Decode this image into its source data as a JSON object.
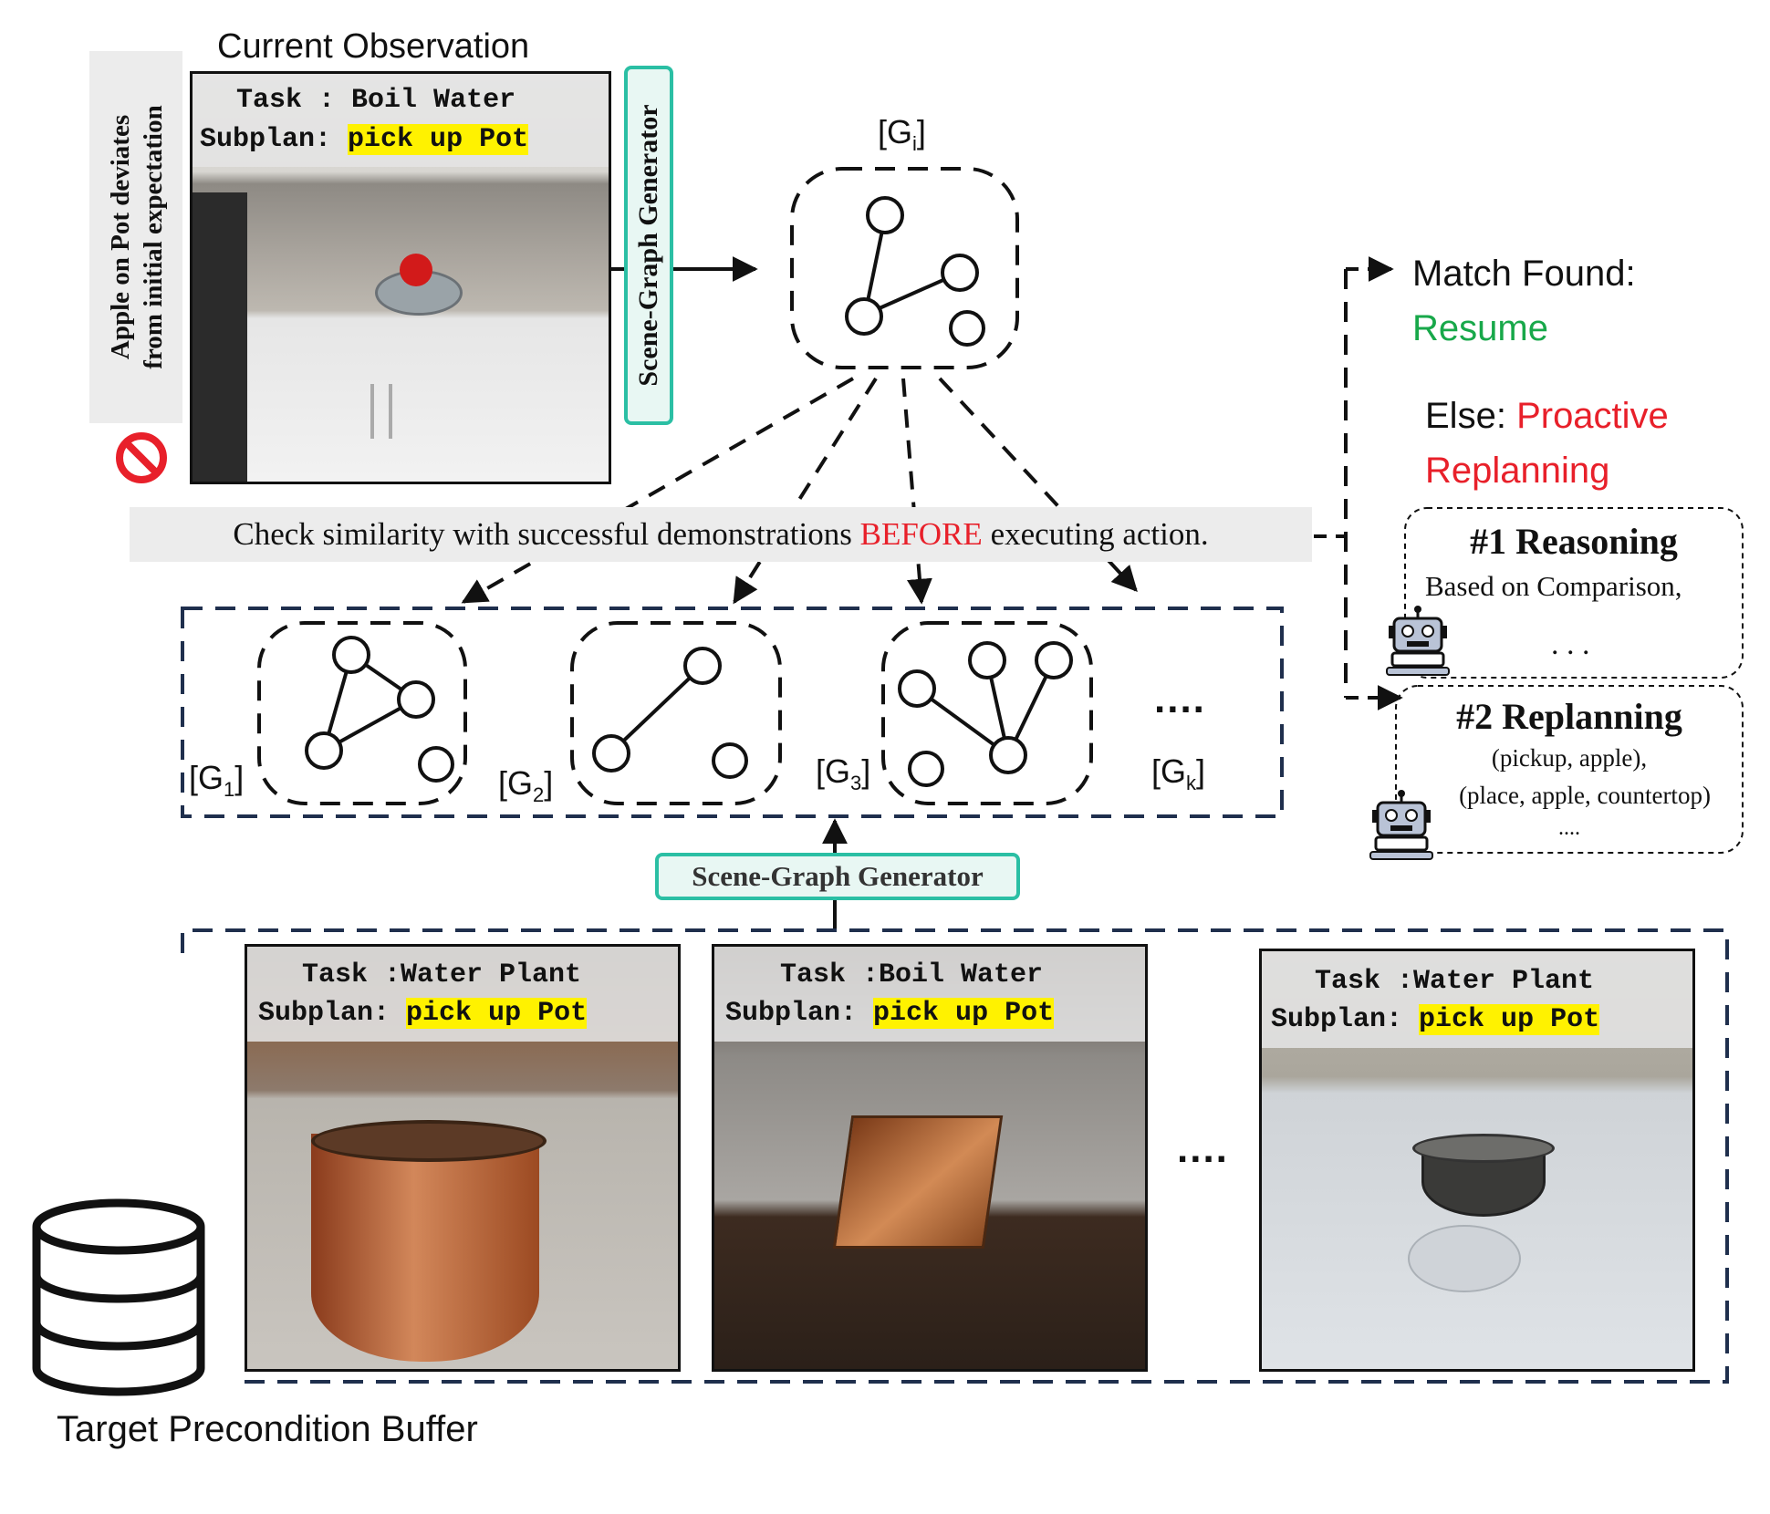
{
  "current_observation": {
    "title": "Current Observation",
    "task_label": "Task :",
    "task_value": "Boil Water",
    "subplan_label": "Subplan:",
    "subplan_value": "pick up Pot",
    "warning_line1": "Apple on Pot deviates",
    "warning_line2": "from initial expectation",
    "warning_icon": "prohibited-icon"
  },
  "generator_label": "Scene-Graph Generator",
  "gi_label": {
    "base": "[G",
    "sub": "i",
    "end": "]"
  },
  "check_text": {
    "part1": "Check  similarity with  successful demonstrations ",
    "highlight": "BEFORE",
    "part2": " executing action."
  },
  "graphs": [
    {
      "base": "[G",
      "sub": "1",
      "end": "]"
    },
    {
      "base": "[G",
      "sub": "2",
      "end": "]"
    },
    {
      "base": "[G",
      "sub": "3",
      "end": "]"
    },
    {
      "base": "[G",
      "sub": "k",
      "end": "]"
    }
  ],
  "graph_ellipsis": "....",
  "outcome": {
    "match_label": "Match Found:",
    "resume": "Resume",
    "else_label": "Else:",
    "proactive_line1": "Proactive",
    "proactive_line2": "Replanning"
  },
  "reasoning_box": {
    "title": "#1 Reasoning",
    "line1": "Based on Comparison,",
    "line2": ". . ."
  },
  "replanning_box": {
    "title": "#2 Replanning",
    "line1": "(pickup, apple),",
    "line2": "(place, apple, countertop)",
    "line3": "...."
  },
  "buffer": {
    "label": "Target Precondition Buffer",
    "ellipsis": "....",
    "items": [
      {
        "task_label": "Task :",
        "task_value": "Water Plant",
        "subplan_label": "Subplan:",
        "subplan_value": "pick up Pot"
      },
      {
        "task_label": "Task :",
        "task_value": "Boil Water",
        "subplan_label": "Subplan:",
        "subplan_value": "pick up Pot"
      },
      {
        "task_label": "Task :",
        "task_value": "Water Plant",
        "subplan_label": "Subplan:",
        "subplan_value": "pick up Pot"
      }
    ]
  },
  "colors": {
    "green": "#18a84a",
    "red": "#e8202a",
    "highlight": "#fff200",
    "teal": "#2bbfa4",
    "navy": "#1f2f4d"
  }
}
